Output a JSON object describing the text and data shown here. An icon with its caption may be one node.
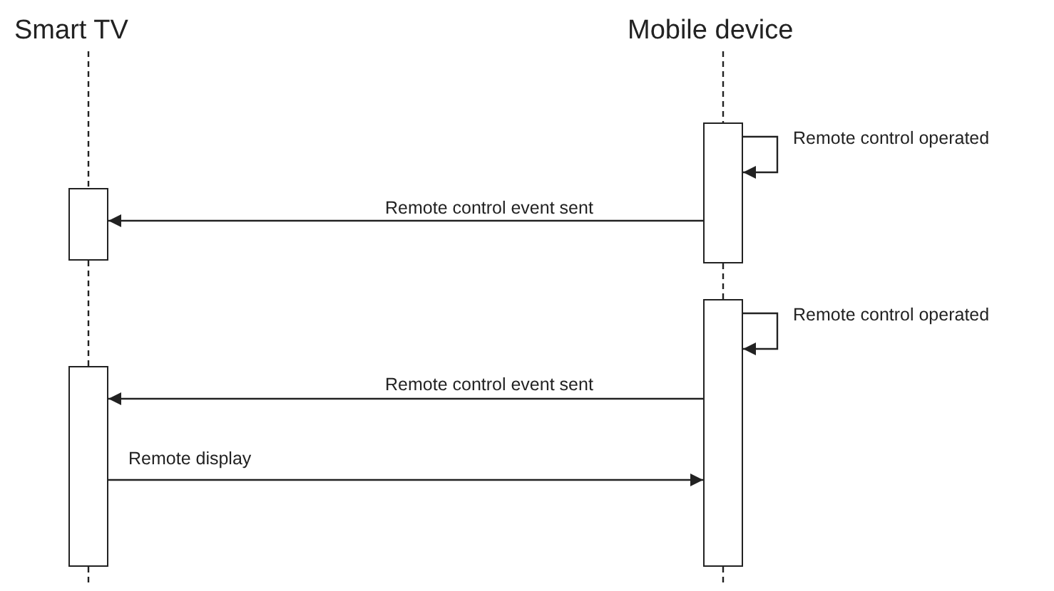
{
  "diagram": {
    "nodes": [
      {
        "text": [
          "Smart TV"
        ]
      },
      {
        "text": [
          "Mobile device"
        ]
      },
      {
        "text": [],
        "shape": "bar"
      },
      {
        "text": [],
        "shape": "bar"
      },
      {
        "text": [],
        "shape": "bar"
      },
      {
        "text": [],
        "shape": "bar"
      }
    ],
    "edges": [
      {
        "from": 0,
        "to": 3,
        "arrow": "none",
        "style": "dashed"
      },
      {
        "from": 3,
        "to": 5,
        "arrow": "none",
        "style": "dashed"
      },
      {
        "from": 5,
        "to": null,
        "arrow": "none",
        "style": "dashed"
      },
      {
        "from": 1,
        "to": 2,
        "arrow": "none",
        "style": "dashed"
      },
      {
        "from": 2,
        "to": 4,
        "arrow": "none",
        "style": "dashed"
      },
      {
        "from": 4,
        "to": null,
        "arrow": "none",
        "style": "dashed"
      },
      {
        "from": 2,
        "to": 2,
        "arrow": "to",
        "label": "Remote control operated"
      },
      {
        "from": 2,
        "to": 3,
        "arrow": "to",
        "label": "Remote control event sent"
      },
      {
        "from": 4,
        "to": 4,
        "arrow": "to",
        "label": "Remote control operated"
      },
      {
        "from": 4,
        "to": 5,
        "arrow": "to",
        "label": "Remote control event sent"
      },
      {
        "from": 5,
        "to": 4,
        "arrow": "to",
        "label": "Remote display"
      }
    ]
  }
}
